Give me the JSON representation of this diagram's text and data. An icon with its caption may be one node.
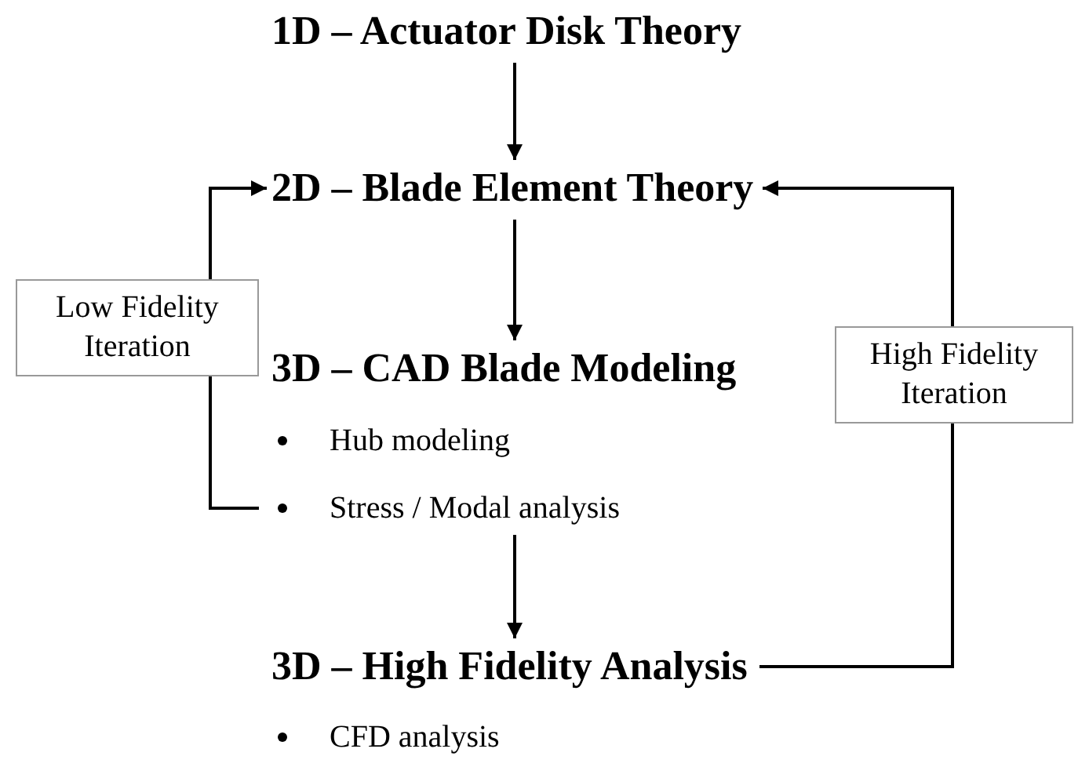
{
  "diagram": {
    "nodes": [
      {
        "text": [
          "1D – Actuator Disk Theory"
        ]
      },
      {
        "text": [
          "2D – Blade Element Theory"
        ]
      },
      {
        "text": [
          "3D – CAD Blade Modeling"
        ]
      },
      {
        "text": [
          "Hub modeling"
        ]
      },
      {
        "text": [
          "Stress / Modal analysis"
        ]
      },
      {
        "text": [
          "3D – High Fidelity Analysis"
        ]
      },
      {
        "text": [
          "CFD analysis"
        ]
      },
      {
        "text": [
          "Low Fidelity Iteration"
        ]
      },
      {
        "text": [
          "High Fidelity Iteration"
        ]
      }
    ],
    "edges": [
      {
        "from": 0,
        "to": 1,
        "arrow": "to"
      },
      {
        "from": 1,
        "to": 2,
        "arrow": "to"
      },
      {
        "from": 4,
        "to": 5,
        "arrow": "to"
      },
      {
        "from": 4,
        "to": 7,
        "arrow": "none"
      },
      {
        "from": 7,
        "to": 1,
        "arrow": "to"
      },
      {
        "from": 5,
        "to": 8,
        "arrow": "none"
      },
      {
        "from": 8,
        "to": 1,
        "arrow": "to"
      }
    ]
  }
}
